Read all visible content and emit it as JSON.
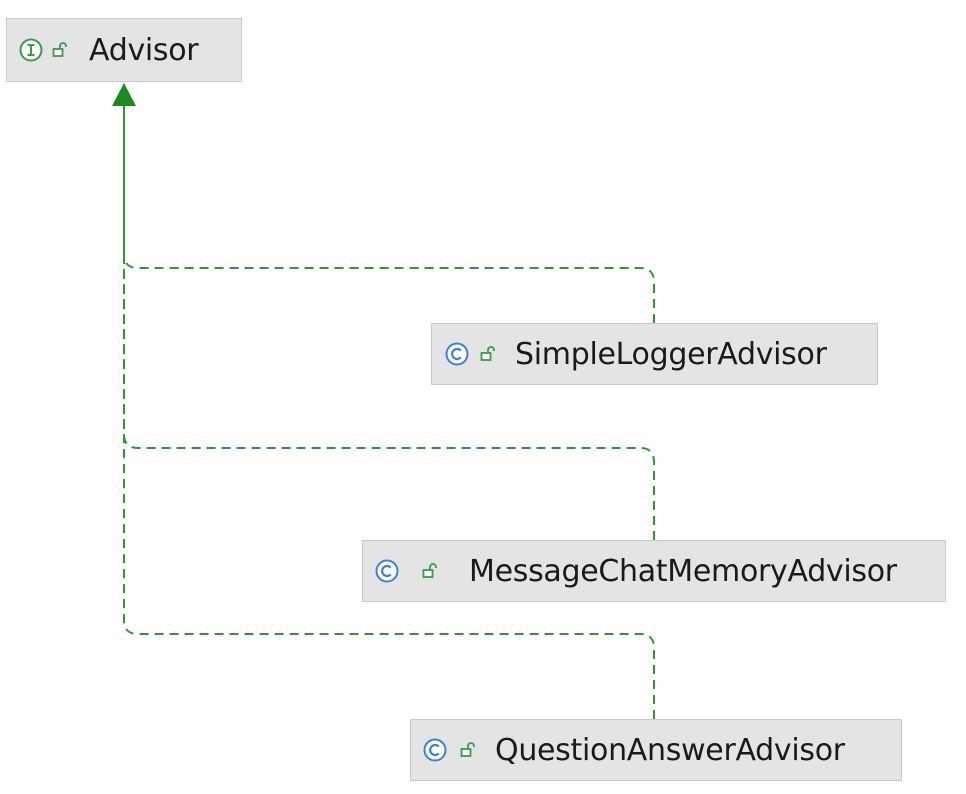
{
  "diagram": {
    "nodes": [
      {
        "id": "advisor",
        "kind": "interface",
        "kind_icon": "interface-icon",
        "access_icon": "public-lock-icon",
        "label": "Advisor"
      },
      {
        "id": "simple-logger-advisor",
        "kind": "class",
        "kind_icon": "class-icon",
        "access_icon": "public-lock-icon",
        "label": "SimpleLoggerAdvisor"
      },
      {
        "id": "message-chat-memory-advisor",
        "kind": "class",
        "kind_icon": "class-icon",
        "access_icon": "public-lock-icon",
        "label": "MessageChatMemoryAdvisor"
      },
      {
        "id": "question-answer-advisor",
        "kind": "class",
        "kind_icon": "class-icon",
        "access_icon": "public-lock-icon",
        "label": "QuestionAnswerAdvisor"
      }
    ],
    "edges": [
      {
        "from": "simple-logger-advisor",
        "to": "advisor",
        "relation": "implements",
        "style": "dashed"
      },
      {
        "from": "message-chat-memory-advisor",
        "to": "advisor",
        "relation": "implements",
        "style": "dashed"
      },
      {
        "from": "question-answer-advisor",
        "to": "advisor",
        "relation": "implements",
        "style": "dashed"
      }
    ],
    "colors": {
      "edge": "#2e9a2e",
      "arrowhead": "#1e8a1e",
      "interface_icon": "#3a9a4a",
      "class_icon": "#3f7fdc",
      "lock_icon": "#3a9a4a",
      "node_background": "#e4e4e4"
    }
  }
}
